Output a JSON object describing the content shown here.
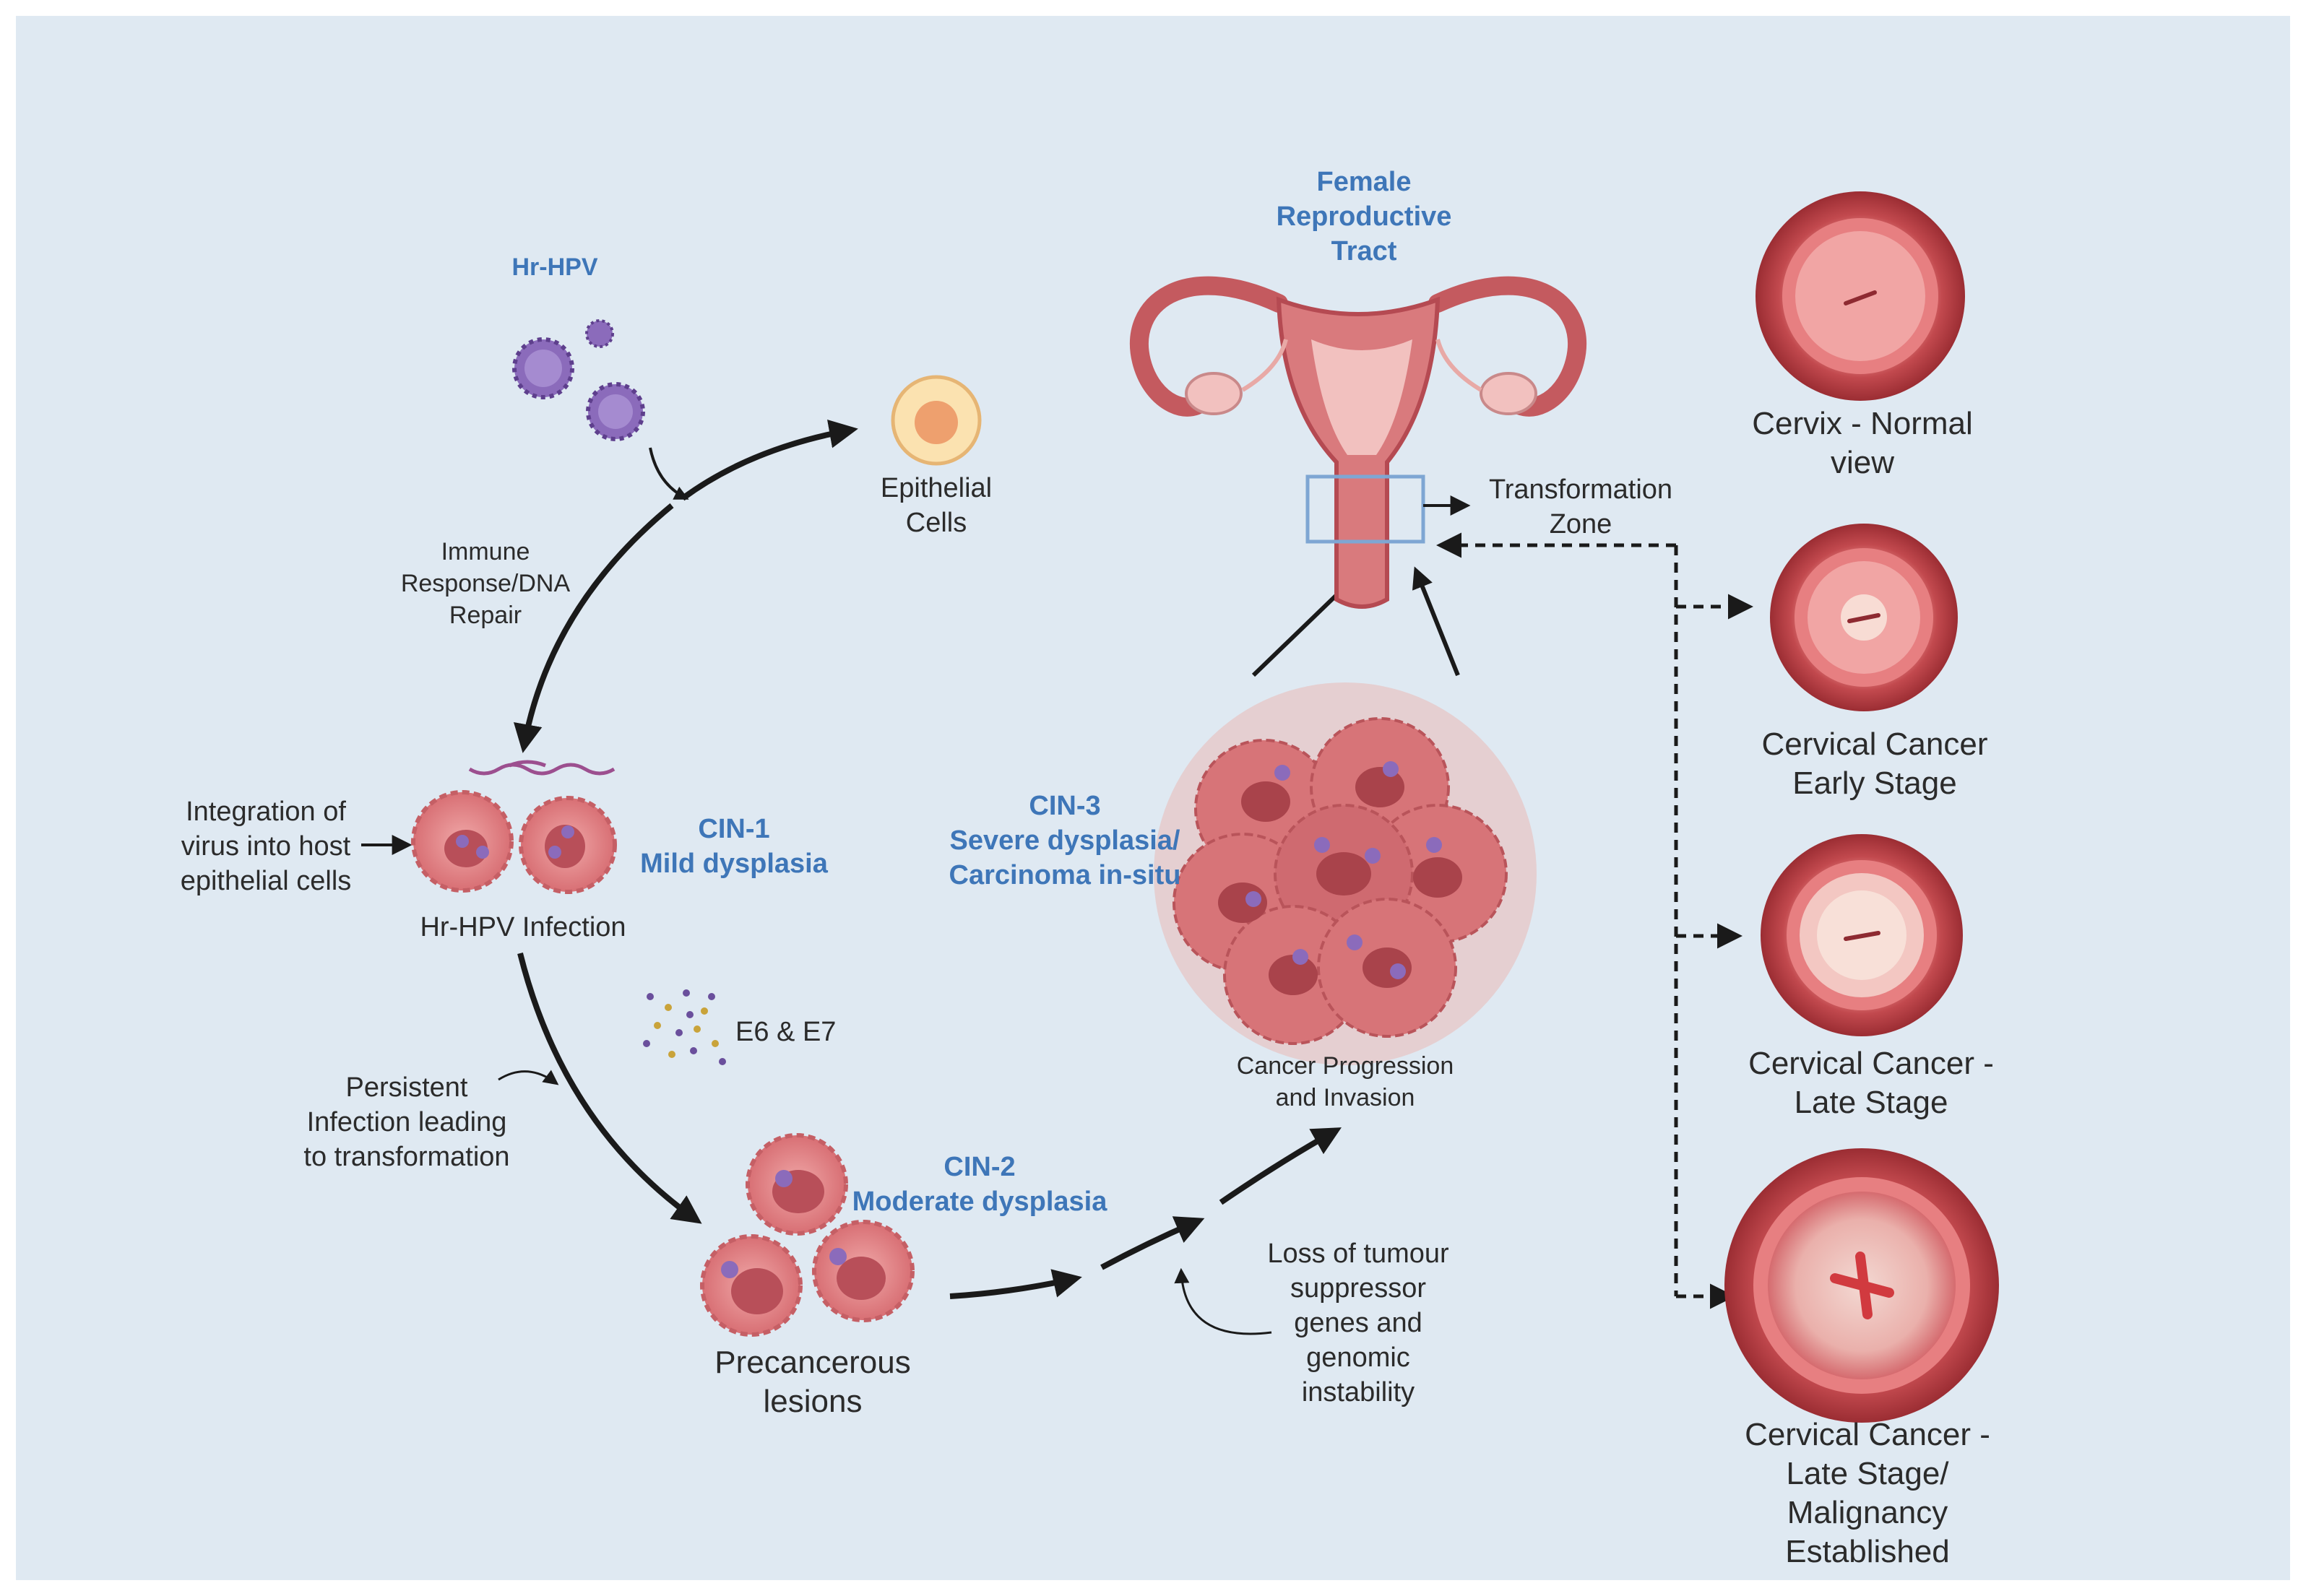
{
  "labels": {
    "hr_hpv": "Hr-HPV",
    "epithelial": [
      "Epithelial",
      "Cells"
    ],
    "immune": [
      "Immune",
      "Response/DNA",
      "Repair"
    ],
    "integration": [
      "Integration of",
      "virus into host",
      "epithelial cells"
    ],
    "cin1": [
      "CIN-1",
      "Mild dysplasia"
    ],
    "infection": "Hr-HPV Infection",
    "e6e7": "E6 & E7",
    "persistent": [
      "Persistent",
      "Infection leading",
      "to transformation"
    ],
    "cin2": [
      "CIN-2",
      "Moderate dysplasia"
    ],
    "precancerous": [
      "Precancerous",
      "lesions"
    ],
    "cin3": [
      "CIN-3",
      "Severe dysplasia/",
      "Carcinoma in-situ"
    ],
    "progression": [
      "Cancer Progression",
      "and Invasion"
    ],
    "loss": [
      "Loss of tumour",
      "suppressor",
      "genes and",
      "genomic",
      "instability"
    ],
    "female_tract": [
      "Female",
      "Reproductive",
      "Tract"
    ],
    "transformation_zone": [
      "Transformation",
      "Zone"
    ]
  },
  "cervix_stages": [
    {
      "label": [
        "Cervix - Normal",
        "view"
      ]
    },
    {
      "label": [
        "Cervical Cancer",
        "Early Stage"
      ]
    },
    {
      "label": [
        "Cervical Cancer -",
        "Late Stage"
      ]
    },
    {
      "label": [
        "Cervical Cancer -",
        "Late Stage/",
        "Malignancy",
        "Established"
      ]
    }
  ],
  "colors": {
    "background": "#dfe9f2",
    "label_blue": "#3e76b8",
    "virus_purple": "#7a5aa8",
    "cell_pink": "#e07a7d",
    "tissue_red": "#b8474c",
    "arrow": "#1a1a1a"
  }
}
